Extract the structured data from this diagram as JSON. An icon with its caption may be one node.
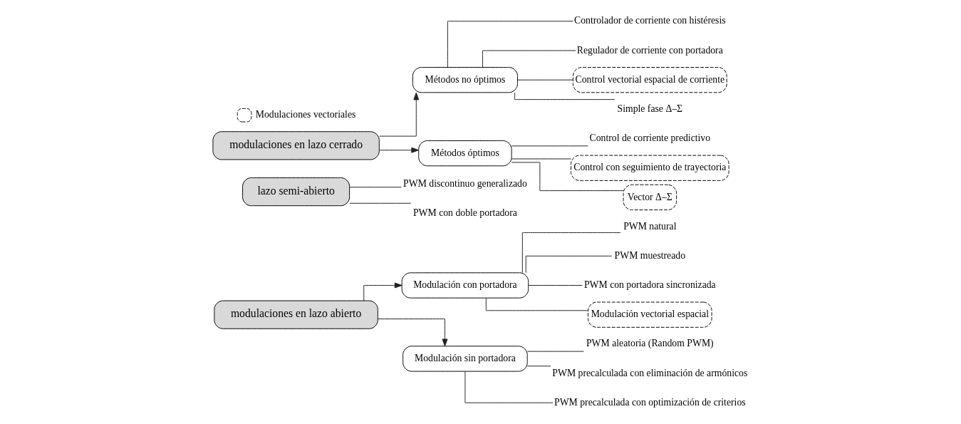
{
  "diagram": {
    "nodes": [
      {
        "text": [
          "modulaciones en lazo abierto"
        ]
      },
      {
        "text": [
          "Modulación con portadora"
        ]
      },
      {
        "text": [
          "PWM natural"
        ]
      },
      {
        "text": [
          "PWM muestreado"
        ]
      },
      {
        "text": [
          "PWM con portadora sincronizada"
        ]
      },
      {
        "text": [
          "Modulación vectorial espacial"
        ]
      },
      {
        "text": [
          "Modulación sin portadora"
        ]
      },
      {
        "text": [
          "PWM aleatoria (Random PWM)"
        ]
      },
      {
        "text": [
          "PWM precalculada con eliminación de armónicos"
        ]
      },
      {
        "text": [
          "PWM precalculada con optimización de criterios"
        ]
      },
      {
        "text": [
          "lazo semi-abierto"
        ]
      },
      {
        "text": [
          "PWM discontinuo generalizado"
        ]
      },
      {
        "text": [
          "PWM con doble portadora"
        ]
      },
      {
        "text": [
          "modulaciones en lazo cerrado"
        ]
      },
      {
        "text": [
          "Métodos no óptimos"
        ]
      },
      {
        "text": [
          "Controlador de corriente con histéresis"
        ]
      },
      {
        "text": [
          "Regulador de corriente con portadora"
        ]
      },
      {
        "text": [
          "Control vectorial espacial de corriente"
        ]
      },
      {
        "text": [
          "Simple fase Δ–Σ"
        ]
      },
      {
        "text": [
          "Métodos óptimos"
        ]
      },
      {
        "text": [
          "Control de corriente predictivo"
        ]
      },
      {
        "text": [
          "Control con seguimiento de trayectoria"
        ]
      },
      {
        "text": [
          "Vector Δ–Σ"
        ]
      }
    ],
    "edges": [
      {
        "from": 0,
        "to": 1,
        "arrow": "to"
      },
      {
        "from": 0,
        "to": 6,
        "arrow": "to"
      },
      {
        "from": 1,
        "to": 2,
        "arrow": "none"
      },
      {
        "from": 1,
        "to": 3,
        "arrow": "none"
      },
      {
        "from": 1,
        "to": 4,
        "arrow": "none"
      },
      {
        "from": 1,
        "to": 5,
        "arrow": "none"
      },
      {
        "from": 6,
        "to": 7,
        "arrow": "none"
      },
      {
        "from": 6,
        "to": 8,
        "arrow": "none"
      },
      {
        "from": 6,
        "to": 9,
        "arrow": "none"
      },
      {
        "from": 10,
        "to": 11,
        "arrow": "none"
      },
      {
        "from": 10,
        "to": 12,
        "arrow": "none"
      },
      {
        "from": 13,
        "to": 14,
        "arrow": "to"
      },
      {
        "from": 13,
        "to": 19,
        "arrow": "to"
      },
      {
        "from": 14,
        "to": 15,
        "arrow": "none"
      },
      {
        "from": 14,
        "to": 16,
        "arrow": "none"
      },
      {
        "from": 14,
        "to": 17,
        "arrow": "none"
      },
      {
        "from": 14,
        "to": 18,
        "arrow": "none"
      },
      {
        "from": 19,
        "to": 20,
        "arrow": "none"
      },
      {
        "from": 19,
        "to": 21,
        "arrow": "none"
      },
      {
        "from": 19,
        "to": 22,
        "arrow": "none"
      }
    ],
    "legend": [
      {
        "text": "Modulaciones vectoriales"
      }
    ]
  }
}
